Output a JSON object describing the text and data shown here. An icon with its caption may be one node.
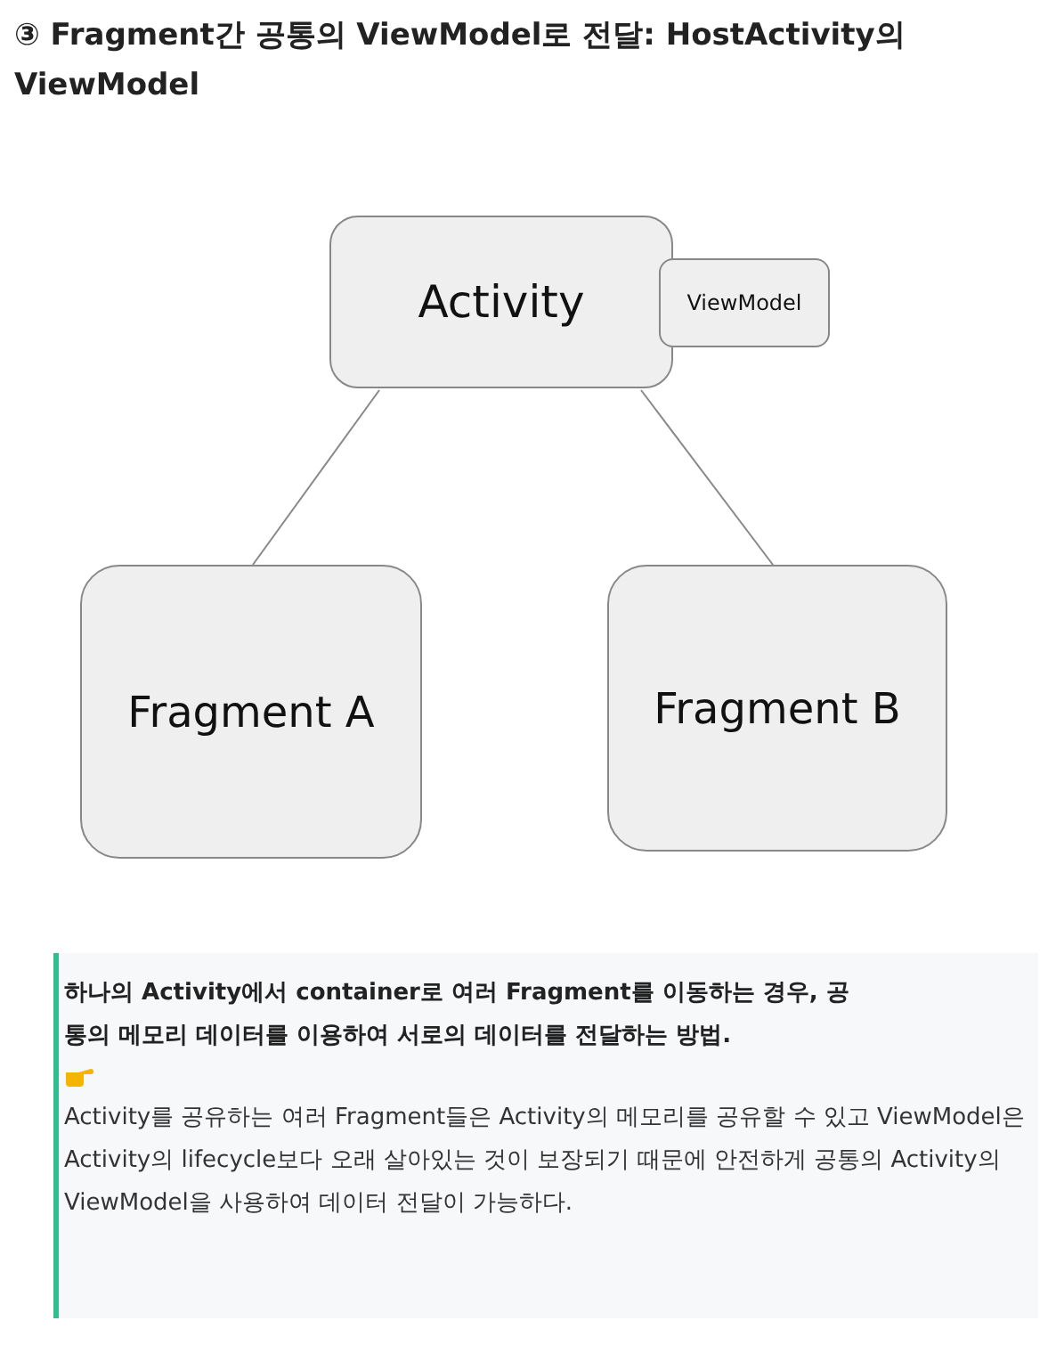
{
  "diagram": {
    "title": "③ Fragment간 공통의 ViewModel로 전달: HostActivity의 ViewModel",
    "nodes": [
      {
        "text": [
          "Activity"
        ]
      },
      {
        "text": [
          "ViewModel"
        ]
      },
      {
        "text": [
          "Fragment A"
        ]
      },
      {
        "text": [
          "Fragment B"
        ]
      }
    ],
    "edges": [
      {
        "from": 0,
        "to": 2,
        "arrow": "none"
      },
      {
        "from": 0,
        "to": 3,
        "arrow": "none"
      }
    ],
    "labels": [
      "하나의 Activity에서 container로 여러 Fragment를 이동하는 경우, 공통의 메모리 데이터를 이용하여 서로의 데이터를 전달하는 방법.",
      "Activity를 공유하는 여러 Fragment들은 Activity의 메모리를 공유할 수 있고 ViewModel은 Activity의 lifecycle보다 오래 살아있는 것이 보장되기 때문에 안전하게 공통의 Activity의 ViewModel을 사용하여 데이터 전달이 가능하다."
    ]
  }
}
